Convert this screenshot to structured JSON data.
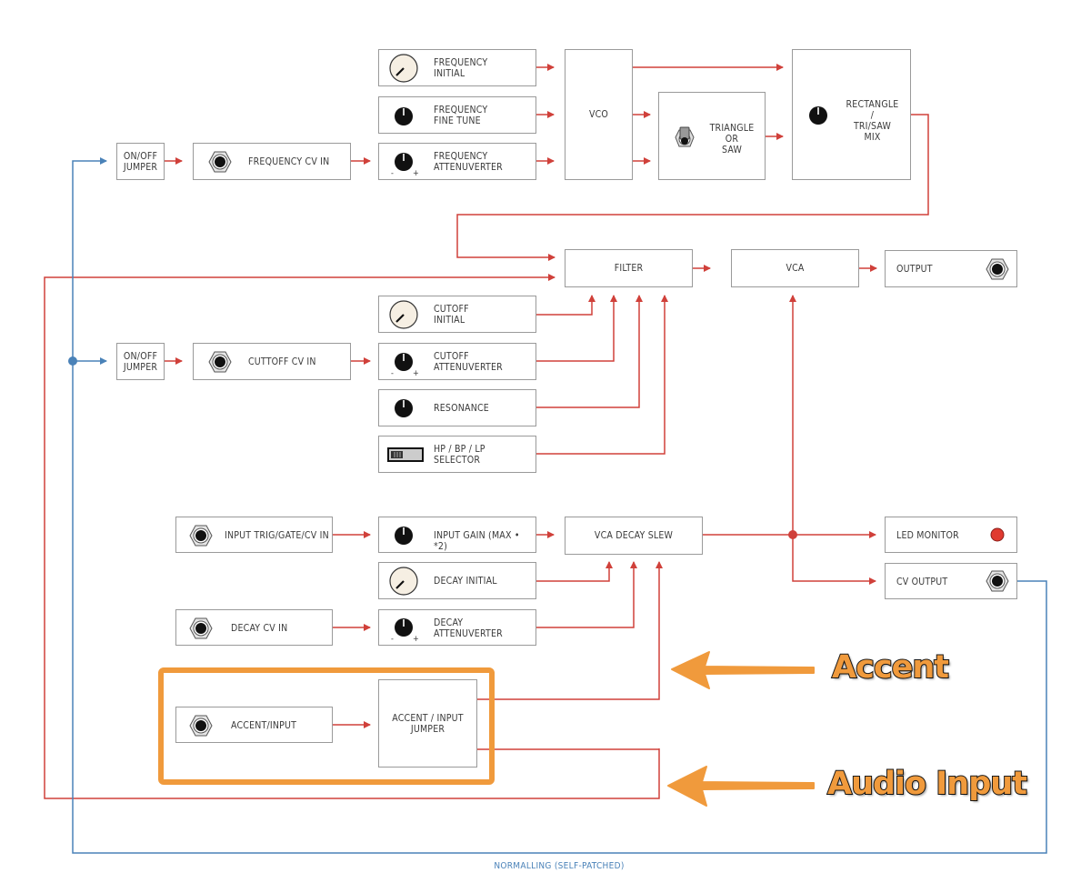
{
  "colors": {
    "signal": "#d0403a",
    "normalling": "#4a82b8",
    "highlight": "#f09a3c",
    "box_border": "#9a9a9a",
    "led": "#e03a30"
  },
  "modules": {
    "freq_jumper": "ON/OFF\nJUMPER",
    "freq_cv_in": "FREQUENCY CV IN",
    "freq_initial": "FREQUENCY\nINITIAL",
    "freq_fine": "FREQUENCY\nFINE TUNE",
    "freq_atten": "FREQUENCY\nATTENUVERTER",
    "vco": "VCO",
    "tri_saw": "TRIANGLE\nOR\nSAW",
    "mix": "RECTANGLE\n/\nTRI/SAW\nMIX",
    "filter": "FILTER",
    "vca": "VCA",
    "output": "OUTPUT",
    "cut_jumper": "ON/OFF\nJUMPER",
    "cut_cv_in": "CUTTOFF CV IN",
    "cut_initial": "CUTOFF\nINITIAL",
    "cut_atten": "CUTOFF\nATTENUVERTER",
    "resonance": "RESONANCE",
    "selector": "HP / BP / LP\nSELECTOR",
    "trig_in": "INPUT TRIG/GATE/CV IN",
    "input_gain": "INPUT GAIN (MAX • *2)",
    "vca_decay": "VCA DECAY SLEW",
    "decay_initial": "DECAY INITIAL",
    "decay_cv_in": "DECAY CV IN",
    "decay_atten": "DECAY\nATTENUVERTER",
    "led_monitor": "LED MONITOR",
    "cv_output": "CV OUTPUT",
    "accent_input": "ACCENT/INPUT",
    "accent_jumper": "ACCENT / INPUT\nJUMPER"
  },
  "attenuverter_marks": {
    "minus": "-",
    "plus": "+"
  },
  "annotations": {
    "accent": "Accent",
    "audio_input": "Audio Input"
  },
  "caption": "NORMALLING (SELF-PATCHED)"
}
